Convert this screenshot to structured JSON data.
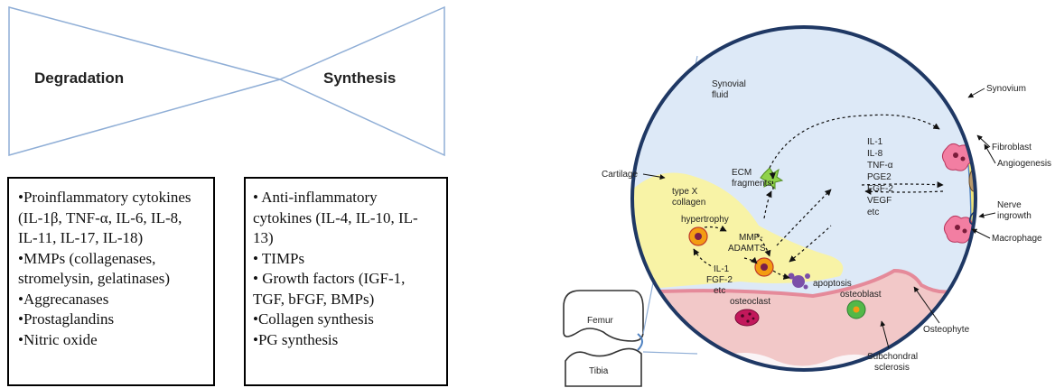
{
  "balance": {
    "left_label": "Degradation",
    "right_label": "Synthesis"
  },
  "degradation_list": [
    "•Proinflammatory cytokines",
    "(IL-1β, TNF-α, IL-6, IL-8,",
    "IL-11, IL-17, IL-18)",
    "•MMPs (collagenases,",
    "stromelysin, gelatinases)",
    "•Aggrecanases",
    "•Prostaglandins",
    "•Nitric oxide"
  ],
  "synthesis_list": [
    "• Anti-inflammatory",
    "cytokines (IL-4, IL-10, IL-",
    "13)",
    "• TIMPs",
    "• Growth factors (IGF-1,",
    "TGF, bFGF, BMPs)",
    "•Collagen synthesis",
    "•PG synthesis"
  ],
  "joint": {
    "femur": "Femur",
    "tibia": "Tibia"
  },
  "labels": {
    "synovial_fluid": [
      "Synovial",
      "fluid"
    ],
    "synovium": "Synovium",
    "fibroblast": "Fibroblast",
    "angiogenesis": "Angiogenesis",
    "nerve_ingrowth": [
      "Nerve",
      "ingrowth"
    ],
    "macrophage": "Macrophage",
    "cartilage": "Cartilage",
    "type_x_collagen": [
      "type X",
      "collagen"
    ],
    "hypertrophy": "hypertrophy",
    "ecm_fragments": [
      "ECM",
      "fragments"
    ],
    "mmp_adamts": [
      "MMP-",
      "ADAMTS"
    ],
    "cytokines_list": [
      "IL-1",
      "IL-8",
      "TNF-α",
      "PGE2",
      "FGF-2",
      "VEGF",
      "etc"
    ],
    "il1_fgf2": [
      "IL-1",
      "FGF-2",
      "etc"
    ],
    "apoptosis": "apoptosis",
    "osteoclast": "osteoclast",
    "osteoblast": "osteoblast",
    "osteophyte": "Osteophyte",
    "subchondral_sclerosis": [
      "Subchondral",
      "sclerosis"
    ]
  },
  "colors": {
    "synovial_fluid": "#dde9f7",
    "cartilage": "#f8f3a6",
    "bone": "#f2c8c8",
    "bone_edge": "#e58a9a",
    "synovium": "#4f82c1",
    "circle_outline": "#1f3864",
    "chondrocyte": "#f39c12",
    "macrophage": "#f27ea2",
    "apoptotic_cell": "#7b4fa8",
    "osteoclast": "#c2185b",
    "osteoblast": "#53b848"
  }
}
